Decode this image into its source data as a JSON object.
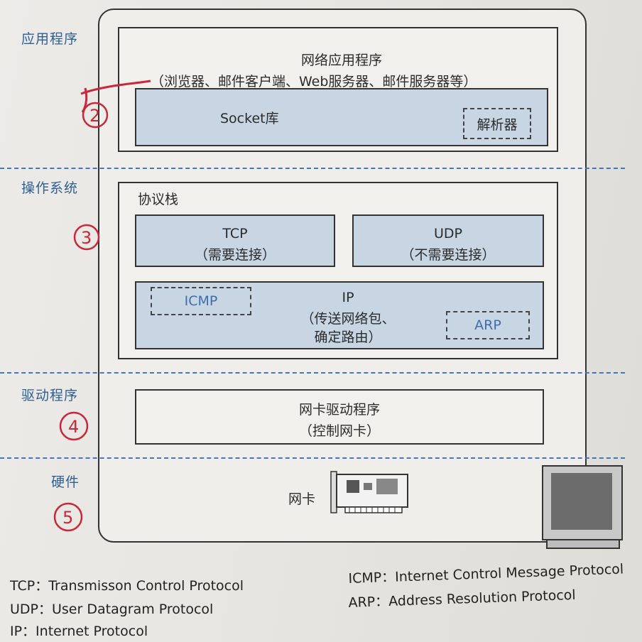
{
  "layers": {
    "application": "应用程序",
    "os": "操作系统",
    "driver": "驱动程序",
    "hardware": "硬件"
  },
  "app_box": {
    "title": "网络应用程序",
    "subtitle": "（浏览器、邮件客户端、Web服务器、邮件服务器等）"
  },
  "socket": {
    "label": "Socket库",
    "resolver": "解析器"
  },
  "stack": {
    "title": "协议栈",
    "tcp": {
      "name": "TCP",
      "desc": "（需要连接）"
    },
    "udp": {
      "name": "UDP",
      "desc": "（不需要连接）"
    },
    "ip": {
      "name": "IP",
      "desc1": "（传送网络包、",
      "desc2": "确定路由）"
    },
    "icmp": "ICMP",
    "arp": "ARP"
  },
  "driver_box": {
    "title": "网卡驱动程序",
    "desc": "（控制网卡）"
  },
  "hardware": {
    "nic": "网卡"
  },
  "handwritten_numbers": [
    "2",
    "3",
    "4",
    "5"
  ],
  "legend": {
    "tcp": "TCP：Transmisson Control Protocol",
    "udp": "UDP：User Datagram Protocol",
    "ip": "IP：Internet Protocol",
    "icmp": "ICMP：Internet Control Message Protocol",
    "arp": "ARP：Address Resolution Protocol"
  },
  "colors": {
    "accent_blue": "#2f5e93",
    "box_blue": "#c8d6e3",
    "ink_red": "#c8283a"
  }
}
